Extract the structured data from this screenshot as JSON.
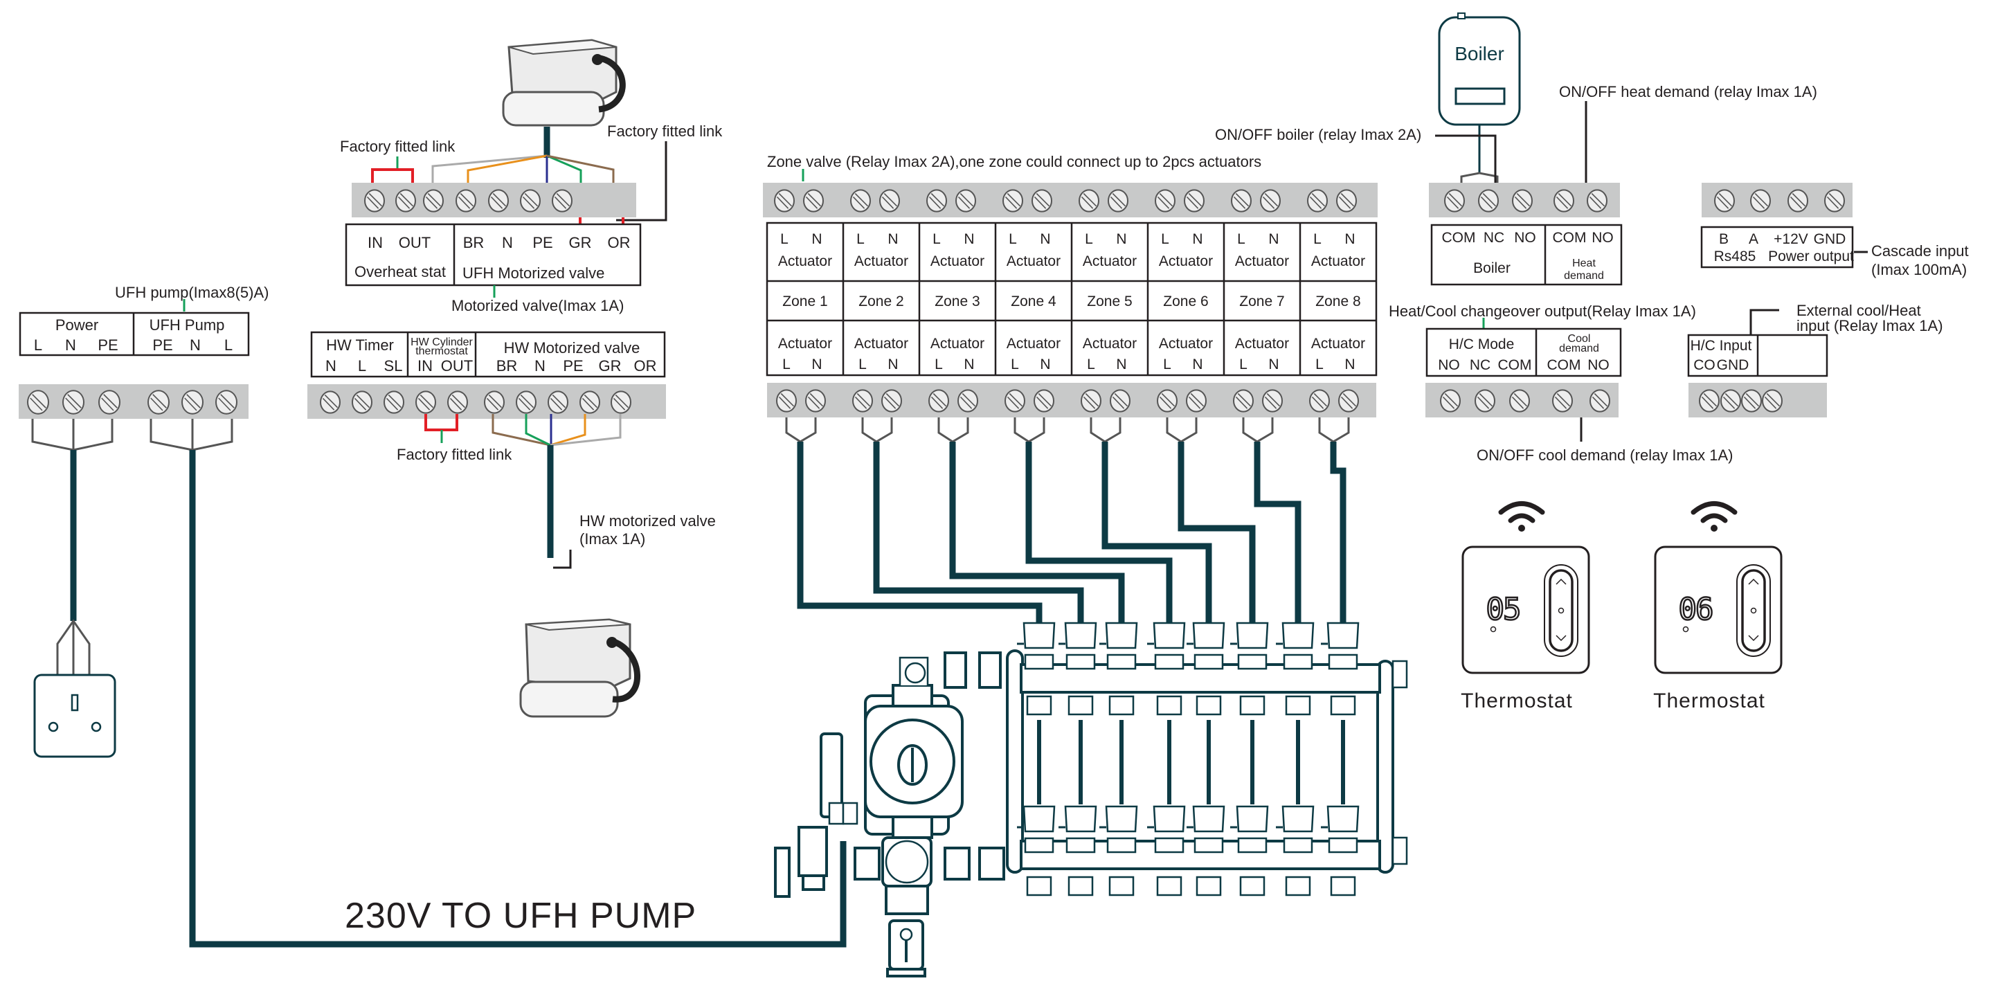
{
  "colors": {
    "cable": "#0d3a44",
    "terminal_strip": "#c8c9c9",
    "link_red": "#e21f26",
    "marker_green": "#16a05a",
    "wire_brown": "#8b6b4e",
    "wire_orange": "#e8901c",
    "wire_blue": "#2a2f8f",
    "wire_green": "#16a05a",
    "wire_grey": "#a8a8a8"
  },
  "power_block": {
    "callout": "UFH pump(Imax8(5)A)",
    "power_title": "Power",
    "power_terminals": [
      "L",
      "N",
      "PE"
    ],
    "pump_title": "UFH Pump",
    "pump_terminals": [
      "PE",
      "N",
      "L"
    ]
  },
  "ufh_valve_block": {
    "link_left_callout": "Factory fitted link",
    "link_right_callout": "Factory fitted link",
    "overheat_terminals": [
      "IN",
      "OUT"
    ],
    "overheat_title": "Overheat stat",
    "valve_terminals": [
      "BR",
      "N",
      "PE",
      "GR",
      "OR"
    ],
    "valve_title": "UFH Motorized valve",
    "callout_bottom": "Motorized valve(Imax 1A)"
  },
  "hw_block": {
    "timer_title": "HW Timer",
    "timer_terminals": [
      "N",
      "L",
      "SL"
    ],
    "cylinder_title_line1": "HW Cylinder",
    "cylinder_title_line2": "thermostat",
    "cylinder_terminals": [
      "IN",
      "OUT"
    ],
    "valve_title": "HW Motorized valve",
    "valve_terminals": [
      "BR",
      "N",
      "PE",
      "GR",
      "OR"
    ],
    "link_callout": "Factory fitted link",
    "valve_callout_line1": "HW motorized valve",
    "valve_callout_line2": "(Imax 1A)"
  },
  "zone_block": {
    "callout": "Zone valve (Relay Imax 2A),one zone could connect up to 2pcs actuators",
    "zones": [
      {
        "name": "Zone 1",
        "top_label": "Actuator",
        "bottom_label": "Actuator",
        "terminals": [
          "L",
          "N"
        ]
      },
      {
        "name": "Zone 2",
        "top_label": "Actuator",
        "bottom_label": "Actuator",
        "terminals": [
          "L",
          "N"
        ]
      },
      {
        "name": "Zone 3",
        "top_label": "Actuator",
        "bottom_label": "Actuator",
        "terminals": [
          "L",
          "N"
        ]
      },
      {
        "name": "Zone 4",
        "top_label": "Actuator",
        "bottom_label": "Actuator",
        "terminals": [
          "L",
          "N"
        ]
      },
      {
        "name": "Zone 5",
        "top_label": "Actuator",
        "bottom_label": "Actuator",
        "terminals": [
          "L",
          "N"
        ]
      },
      {
        "name": "Zone 6",
        "top_label": "Actuator",
        "bottom_label": "Actuator",
        "terminals": [
          "L",
          "N"
        ]
      },
      {
        "name": "Zone 7",
        "top_label": "Actuator",
        "bottom_label": "Actuator",
        "terminals": [
          "L",
          "N"
        ]
      },
      {
        "name": "Zone 8",
        "top_label": "Actuator",
        "bottom_label": "Actuator",
        "terminals": [
          "L",
          "N"
        ]
      }
    ]
  },
  "boiler_block": {
    "boiler_label": "Boiler",
    "boiler_callout": "ON/OFF boiler (relay Imax 2A)",
    "heat_callout": "ON/OFF heat demand (relay Imax 1A)",
    "boiler_terminals": [
      "COM",
      "NC",
      "NO"
    ],
    "boiler_title": "Boiler",
    "heat_terminals": [
      "COM",
      "NO"
    ],
    "heat_title_line1": "Heat",
    "heat_title_line2": "demand"
  },
  "cascade_block": {
    "terminals": [
      "B",
      "A",
      "+12V",
      "GND"
    ],
    "sub_left": "Rs485",
    "sub_right": "Power output",
    "callout_line1": "Cascade input",
    "callout_line2": "(Imax 100mA)"
  },
  "hc_block": {
    "callout": "Heat/Cool changeover output(Relay Imax 1A)",
    "mode_title": "H/C Mode",
    "mode_terminals": [
      "NO",
      "NC",
      "COM"
    ],
    "cool_title_line1": "Cool",
    "cool_title_line2": "demand",
    "cool_terminals": [
      "COM",
      "NO"
    ],
    "cool_callout": "ON/OFF cool demand (relay Imax 1A)"
  },
  "hc_input_block": {
    "title": "H/C Input",
    "terminals": [
      "CO",
      "GND"
    ],
    "callout_line1": "External cool/Heat",
    "callout_line2": "input (Relay Imax 1A)"
  },
  "thermostats": [
    {
      "display": "05",
      "label": "Thermostat",
      "icon": "wifi-icon"
    },
    {
      "display": "06",
      "label": "Thermostat",
      "icon": "wifi-icon"
    }
  ],
  "pump_label": "230V TO UFH PUMP"
}
